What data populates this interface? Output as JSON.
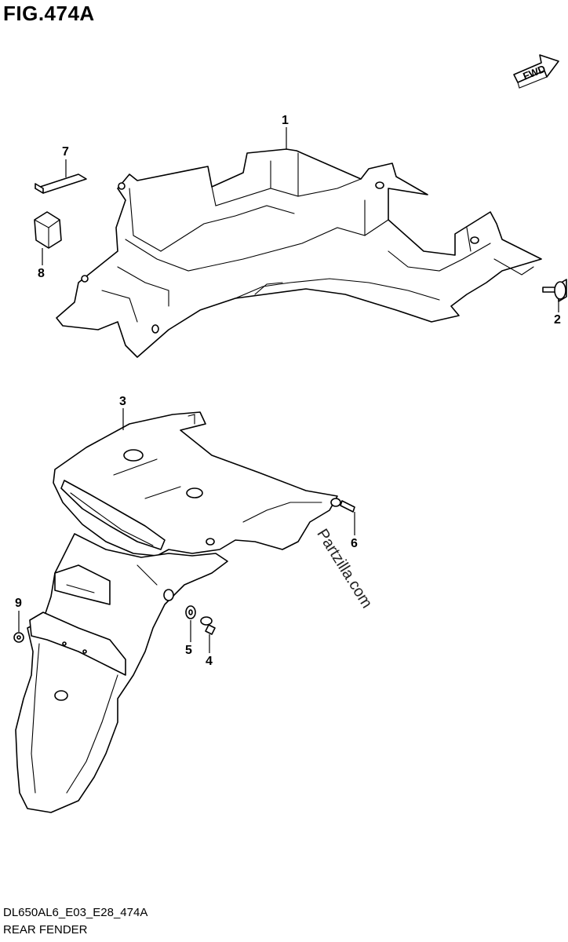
{
  "figure": {
    "title": "FIG.474A",
    "diagram_code": "DL650AL6_E03_E28_474A",
    "diagram_name": "REAR FENDER",
    "watermark": "Partzilla.com",
    "fwd_label": "FWD"
  },
  "callouts": [
    {
      "id": "1",
      "label": "1"
    },
    {
      "id": "2",
      "label": "2"
    },
    {
      "id": "3",
      "label": "3"
    },
    {
      "id": "4",
      "label": "4"
    },
    {
      "id": "5",
      "label": "5"
    },
    {
      "id": "6",
      "label": "6"
    },
    {
      "id": "7",
      "label": "7"
    },
    {
      "id": "8",
      "label": "8"
    },
    {
      "id": "9",
      "label": "9"
    }
  ]
}
